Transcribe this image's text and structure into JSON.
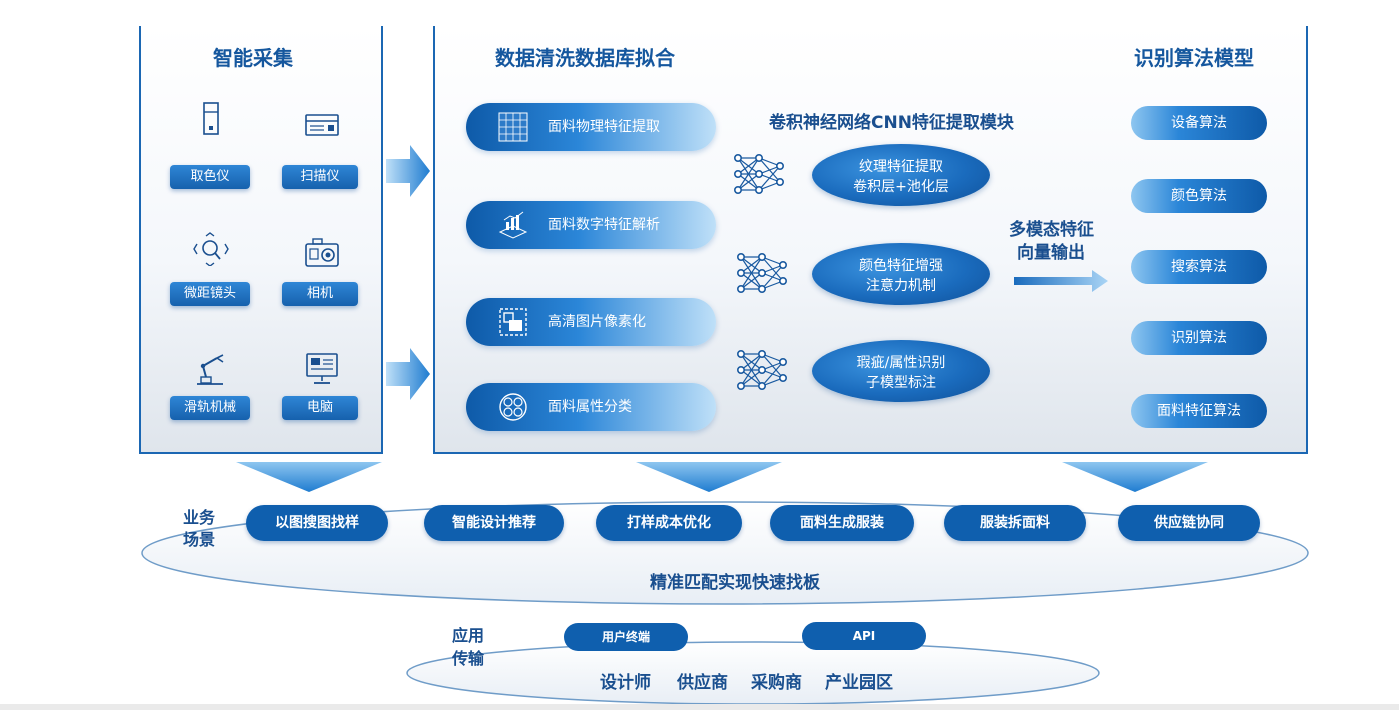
{
  "colors": {
    "primary": "#0f5fae",
    "title": "#15579e",
    "border": "#1b67b3"
  },
  "collect": {
    "title": "智能采集",
    "devices": [
      {
        "label": "取色仪",
        "icon": "color-meter-icon"
      },
      {
        "label": "扫描仪",
        "icon": "scanner-icon"
      },
      {
        "label": "微距镜头",
        "icon": "macro-lens-icon"
      },
      {
        "label": "相机",
        "icon": "camera-icon"
      },
      {
        "label": "滑轨机械",
        "icon": "robot-arm-icon"
      },
      {
        "label": "电脑",
        "icon": "computer-icon"
      }
    ]
  },
  "cleaning": {
    "title": "数据清洗数据库拟合",
    "steps": [
      {
        "label": "面料物理特征提取",
        "icon": "grid-icon"
      },
      {
        "label": "面料数字特征解析",
        "icon": "chart-icon"
      },
      {
        "label": "高清图片像素化",
        "icon": "image-icon"
      },
      {
        "label": "面料属性分类",
        "icon": "category-icon"
      }
    ],
    "cnn_title": "卷积神经网络CNN特征提取模块",
    "features": [
      {
        "line1": "纹理特征提取",
        "line2": "卷积层+池化层"
      },
      {
        "line1": "颜色特征增强",
        "line2": "注意力机制"
      },
      {
        "line1": "瑕疵/属性识别",
        "line2": "子模型标注"
      }
    ],
    "output_line1": "多模态特征",
    "output_line2": "向量输出"
  },
  "algorithms": {
    "title": "识别算法模型",
    "items": [
      "设备算法",
      "颜色算法",
      "搜索算法",
      "识别算法",
      "面料特征算法"
    ]
  },
  "business": {
    "label_line1": "业务",
    "label_line2": "场景",
    "scenes": [
      "以图搜图找样",
      "智能设计推荐",
      "打样成本优化",
      "面料生成服装",
      "服装拆面料",
      "供应链协同"
    ],
    "slogan": "精准匹配实现快速找板"
  },
  "application": {
    "label_line1": "应用",
    "label_line2": "传输",
    "channels": [
      "用户终端",
      "API"
    ],
    "users": [
      "设计师",
      "供应商",
      "采购商",
      "产业园区"
    ]
  }
}
